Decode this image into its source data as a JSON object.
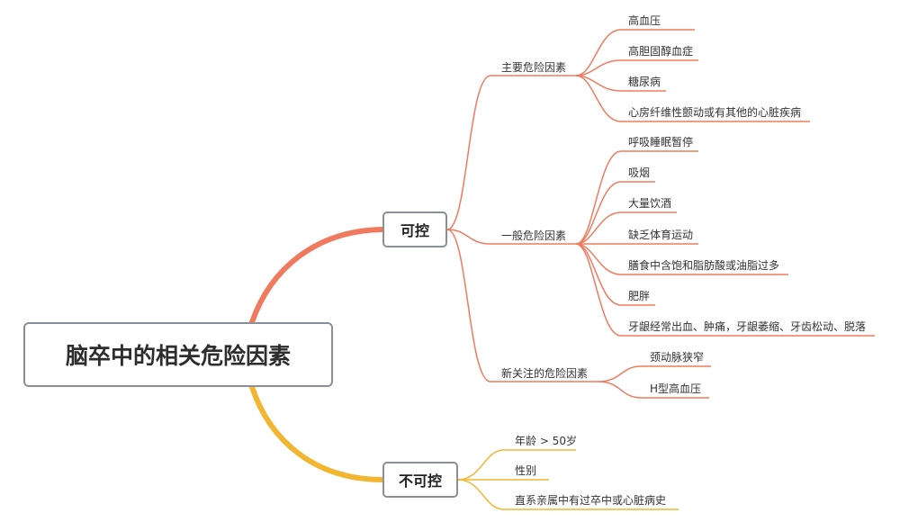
{
  "root": {
    "label": "脑卒中的相关危险因素"
  },
  "branches": [
    {
      "label": "可控",
      "color": "#f07a5e",
      "groups": [
        {
          "label": "主要危险因素",
          "items": [
            "高血压",
            "高胆固醇血症",
            "糖尿病",
            "心房纤维性颤动或有其他的心脏疾病"
          ]
        },
        {
          "label": "一般危险因素",
          "items": [
            "呼吸睡眠暂停",
            "吸烟",
            "大量饮酒",
            "缺乏体育运动",
            "膳食中含饱和脂肪酸或油脂过多",
            "肥胖",
            "牙龈经常出血、肿痛，牙龈萎缩、牙齿松动、脱落"
          ]
        },
        {
          "label": "新关注的危险因素",
          "items": [
            "颈动脉狭窄",
            "H型高血压"
          ]
        }
      ]
    },
    {
      "label": "不可控",
      "color": "#f2b632",
      "items": [
        "年龄 > 50岁",
        "性别",
        "直系亲属中有过卒中或心脏病史"
      ]
    }
  ]
}
